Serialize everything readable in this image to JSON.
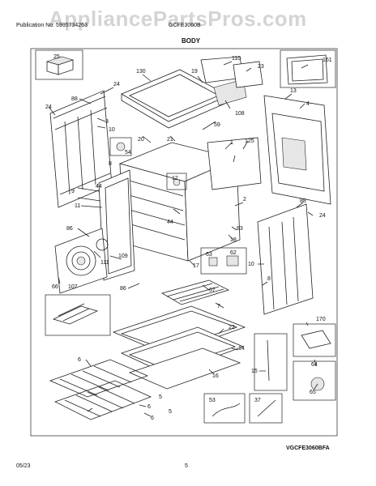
{
  "header": {
    "watermark": "AppliancePartsPros.com",
    "publication": "Publication No: 5995734263",
    "model": "GCFE3060B",
    "section": "BODY"
  },
  "footer": {
    "date": "05/23",
    "page": "5",
    "diagram_code": "VGCFE3060BFA"
  },
  "callouts": {
    "c25": "25",
    "c24": "24",
    "c88": "88",
    "c24b": "24",
    "c3": "3",
    "c10": "10",
    "c130": "130",
    "c19": "19",
    "c110": "110",
    "c23": "23",
    "c161": "161",
    "c13": "13",
    "c4": "4",
    "c108": "108",
    "c59": "59",
    "c20": "20",
    "c21": "21",
    "c54": "54",
    "c1": "1",
    "c125": "125",
    "c8": "8",
    "c9": "9",
    "c11": "11",
    "c44": "44",
    "c12": "12",
    "c44b": "44",
    "c2": "2",
    "c88b": "88",
    "c24c": "24",
    "c86": "86",
    "c111": "111",
    "c109": "109",
    "c18": "18",
    "c17": "17",
    "c83": "83",
    "c63": "63",
    "c62": "62",
    "c10b": "10",
    "c66": "66",
    "c107": "107",
    "c86b": "86",
    "c67": "67",
    "c8b": "8",
    "c7": "7",
    "c22": "22",
    "c170": "170",
    "c14": "14",
    "c6": "6",
    "c16": "16",
    "c15": "15",
    "c64": "64",
    "c5": "5",
    "c65": "65",
    "c6b": "6",
    "c5b": "5",
    "c53": "53",
    "c37": "37",
    "c6c": "6"
  }
}
